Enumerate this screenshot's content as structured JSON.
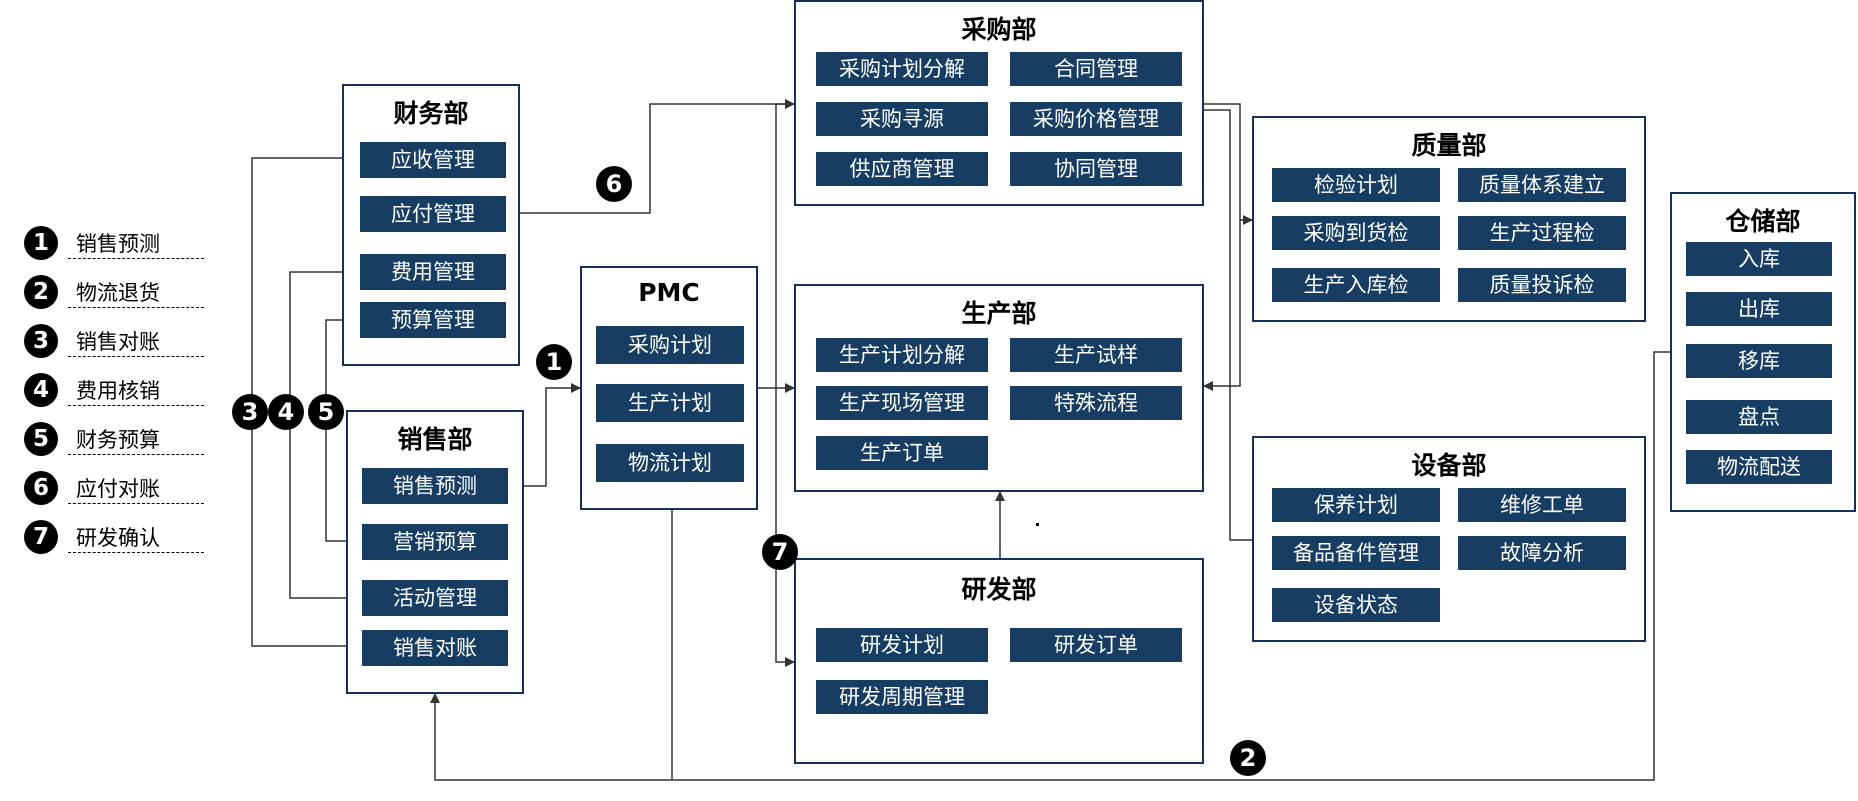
{
  "legend": [
    {
      "num": "1",
      "label": "销售预测"
    },
    {
      "num": "2",
      "label": "物流退货"
    },
    {
      "num": "3",
      "label": "销售对账"
    },
    {
      "num": "4",
      "label": "费用核销"
    },
    {
      "num": "5",
      "label": "财务预算"
    },
    {
      "num": "6",
      "label": "应付对账"
    },
    {
      "num": "7",
      "label": "研发确认"
    }
  ],
  "departments": {
    "finance": {
      "title": "财务部",
      "items": [
        "应收管理",
        "应付管理",
        "费用管理",
        "预算管理"
      ]
    },
    "sales": {
      "title": "销售部",
      "items": [
        "销售预测",
        "营销预算",
        "活动管理",
        "销售对账"
      ]
    },
    "pmc": {
      "title": "PMC",
      "items": [
        "采购计划",
        "生产计划",
        "物流计划"
      ]
    },
    "purchasing": {
      "title": "采购部",
      "items": [
        "采购计划分解",
        "合同管理",
        "采购寻源",
        "采购价格管理",
        "供应商管理",
        "协同管理"
      ]
    },
    "production": {
      "title": "生产部",
      "items": [
        "生产计划分解",
        "生产试样",
        "生产现场管理",
        "特殊流程",
        "生产订单"
      ]
    },
    "rnd": {
      "title": "研发部",
      "items": [
        "研发计划",
        "研发订单",
        "研发周期管理"
      ]
    },
    "quality": {
      "title": "质量部",
      "items": [
        "检验计划",
        "质量体系建立",
        "采购到货检",
        "生产过程检",
        "生产入库检",
        "质量投诉检"
      ]
    },
    "equipment": {
      "title": "设备部",
      "items": [
        "保养计划",
        "维修工单",
        "备品备件管理",
        "故障分析",
        "设备状态"
      ]
    },
    "warehouse": {
      "title": "仓储部",
      "items": [
        "入库",
        "出库",
        "移库",
        "盘点",
        "物流配送"
      ]
    }
  },
  "badges": {
    "b1": "1",
    "b2": "2",
    "b3": "3",
    "b4": "4",
    "b5": "5",
    "b6": "6",
    "b7": "7"
  },
  "colors": {
    "item_bg": "#173d63",
    "border": "#16305c",
    "line": "#333333"
  }
}
